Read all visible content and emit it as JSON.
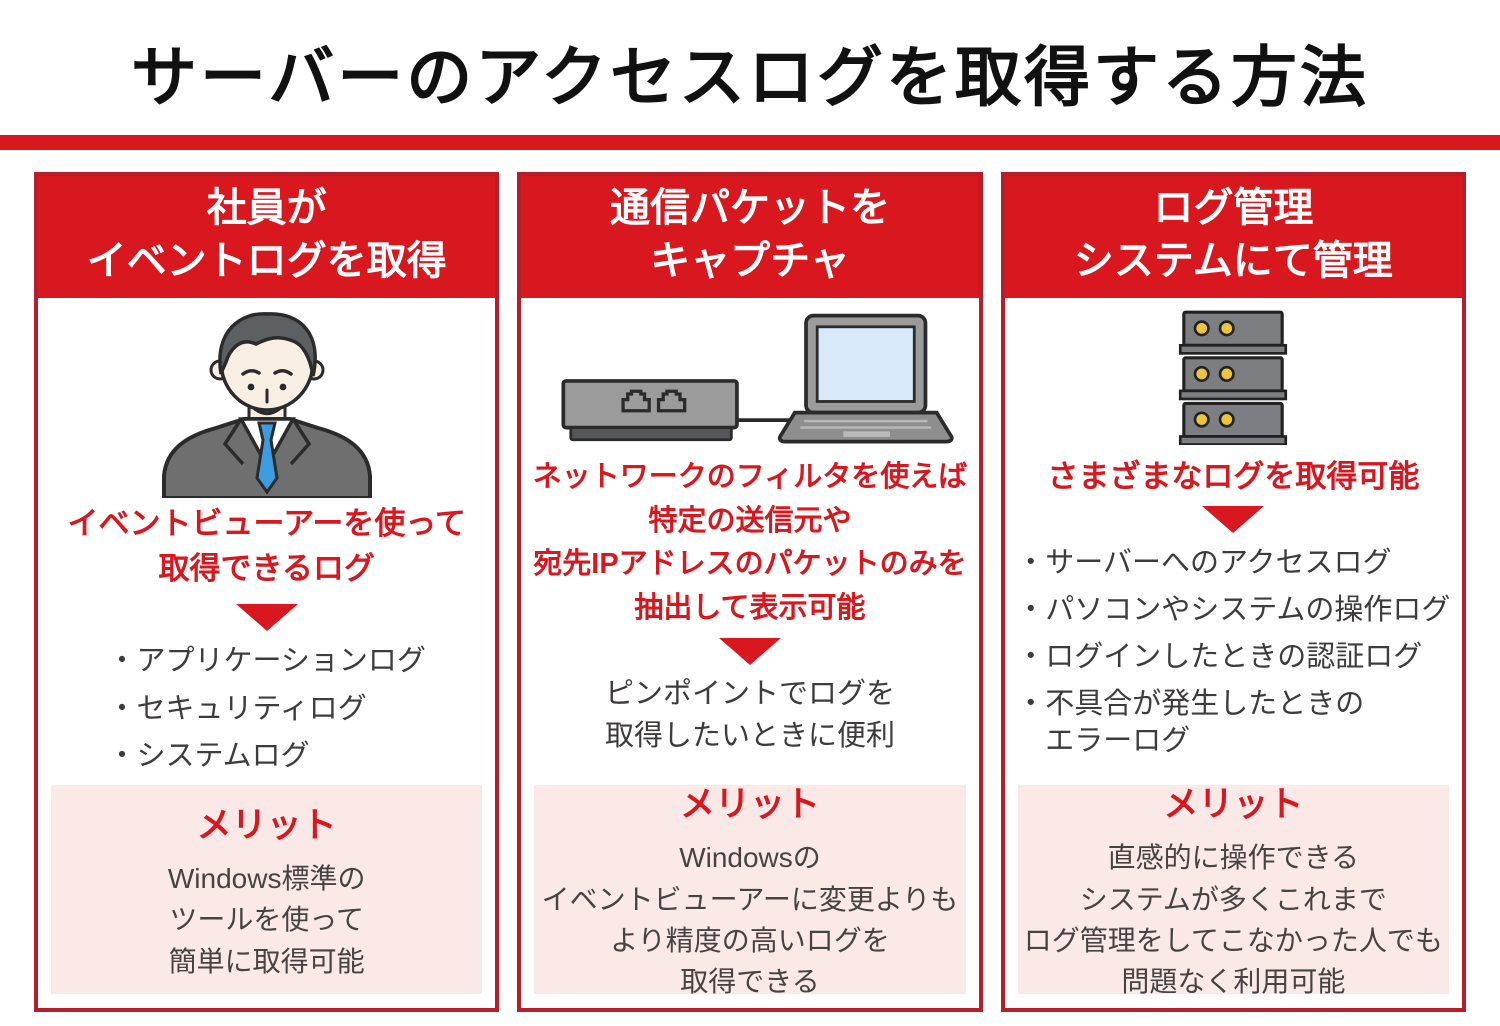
{
  "title": "サーバーのアクセスログを取得する方法",
  "colors": {
    "accent_red": "#d8171f",
    "border_red": "#b71e2c",
    "merit_pink": "#fbe9e7",
    "text_dark": "#3e3b3b"
  },
  "bullet_char": "・",
  "columns": [
    {
      "header": "社員が\nイベントログを取得",
      "illustration": "businessman",
      "highlight": "イベントビューアーを使って\n取得できるログ",
      "bullets": [
        "アプリケーションログ",
        "セキュリティログ",
        "システムログ"
      ],
      "merit": {
        "title": "メリット",
        "body": "Windows標準の\nツールを使って\n簡単に取得可能"
      }
    },
    {
      "header": "通信パケットを\nキャプチャ",
      "illustration": "network-device-and-laptop",
      "highlight": "ネットワークのフィルタを使えば\n特定の送信元や\n宛先IPアドレスのパケットのみを\n抽出して表示可能",
      "note": "ピンポイントでログを\n取得したいときに便利",
      "merit": {
        "title": "メリット",
        "body": "Windowsの\nイベントビューアーに変更よりも\nより精度の高いログを\n取得できる"
      }
    },
    {
      "header": "ログ管理\nシステムにて管理",
      "illustration": "server-stack",
      "highlight": "さまざまなログを取得可能",
      "bullets": [
        "サーバーへのアクセスログ",
        "パソコンやシステムの操作ログ",
        "ログインしたときの認証ログ",
        "不具合が発生したときの\nエラーログ"
      ],
      "merit": {
        "title": "メリット",
        "body": "直感的に操作できる\nシステムが多くこれまで\nログ管理をしてこなかった人でも\n問題なく利用可能"
      }
    }
  ]
}
